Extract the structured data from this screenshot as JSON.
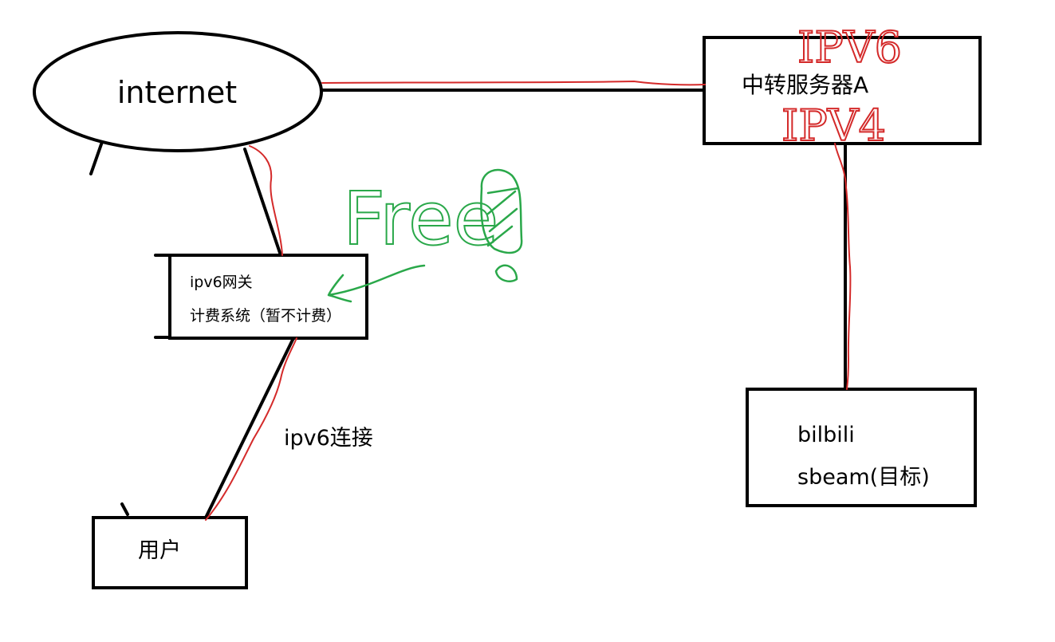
{
  "nodes": {
    "internet": {
      "label": "internet"
    },
    "relay_server": {
      "label": "中转服务器A",
      "annotation_top": "IPV6",
      "annotation_bottom": "IPV4"
    },
    "gateway": {
      "line1": "ipv6网关",
      "line2": "计费系统（暂不计费）"
    },
    "user": {
      "label": "用户"
    },
    "target": {
      "line1": "bilbili",
      "line2": "sbeam(目标)"
    }
  },
  "edges": {
    "ipv6_connection_label": "ipv6连接"
  },
  "annotations": {
    "free_note": "Free"
  },
  "colors": {
    "line": "#000000",
    "route": "#d42a2a",
    "note": "#2aa84a"
  }
}
